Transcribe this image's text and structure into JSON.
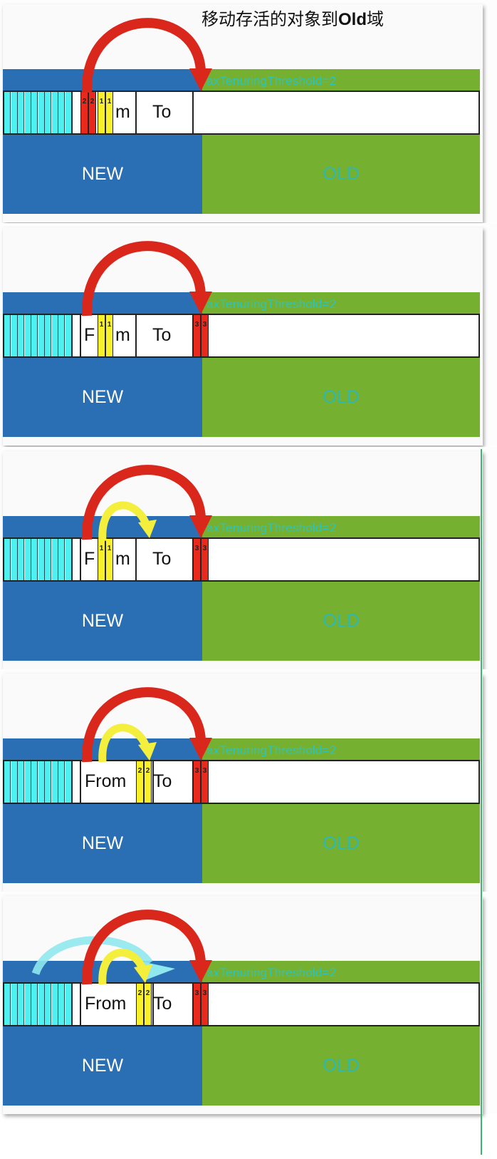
{
  "title_prefix": "移动存活的对象到",
  "title_bold": "Old",
  "title_suffix": "域",
  "threshold_text": "axTenuringThreshold=2",
  "new_label": "NEW",
  "old_label": "OLD",
  "panels": [
    {
      "from_label": "m",
      "to_label": "To",
      "new_objects": [
        {
          "value": "2",
          "color": "red"
        },
        {
          "value": "2",
          "color": "red"
        },
        {
          "value": "1",
          "color": "yellow"
        },
        {
          "value": "1",
          "color": "yellow"
        }
      ],
      "old_objects": []
    },
    {
      "from_label": "F",
      "from_label2": "m",
      "to_label": "To",
      "new_objects": [
        {
          "value": "1",
          "color": "yellow"
        },
        {
          "value": "1",
          "color": "yellow"
        }
      ],
      "old_objects": [
        {
          "value": "3",
          "color": "red"
        },
        {
          "value": "3",
          "color": "red"
        }
      ]
    },
    {
      "from_label": "F",
      "from_label2": "m",
      "to_label": "To",
      "new_objects": [
        {
          "value": "1",
          "color": "yellow"
        },
        {
          "value": "1",
          "color": "yellow"
        }
      ],
      "old_objects": [
        {
          "value": "3",
          "color": "red"
        },
        {
          "value": "3",
          "color": "red"
        }
      ]
    },
    {
      "from_label": "From",
      "to_label": "To",
      "new_objects": [
        {
          "value": "2",
          "color": "yellow"
        },
        {
          "value": "2",
          "color": "yellow"
        }
      ],
      "old_objects": [
        {
          "value": "3",
          "color": "red"
        },
        {
          "value": "3",
          "color": "red"
        }
      ]
    },
    {
      "from_label": "From",
      "to_label": "To",
      "new_objects": [
        {
          "value": "2",
          "color": "yellow"
        },
        {
          "value": "2",
          "color": "yellow"
        }
      ],
      "old_objects": [
        {
          "value": "3",
          "color": "red"
        },
        {
          "value": "3",
          "color": "red"
        }
      ]
    }
  ],
  "colors": {
    "new": "#2a6eb4",
    "old": "#76b031",
    "eden": "#4ff0f0",
    "red_object": "#e8291c",
    "yellow_object": "#f7f02a",
    "red_arrow": "#d9271c",
    "yellow_arrow": "#f4ee3c",
    "cyan_arrow": "#8fe8ee"
  }
}
